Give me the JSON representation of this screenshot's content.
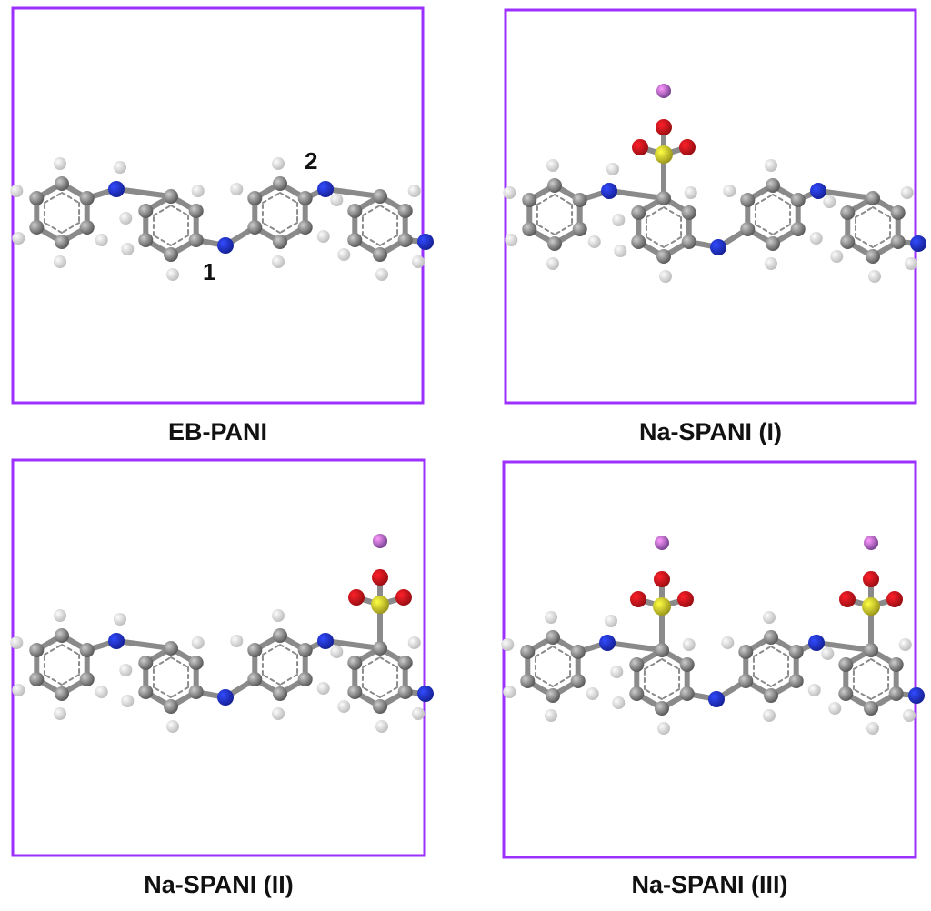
{
  "colors": {
    "frame": "#9b30ff",
    "carbon": "#808080",
    "carbon_bond": "#8a8a8a",
    "hydrogen": "#f0f0f0",
    "nitrogen": "#1f2fe0",
    "oxygen": "#e3141a",
    "sulfur": "#e8e02a",
    "sodium": "#b060d8"
  },
  "panels": [
    {
      "caption": "EB-PANI",
      "labels": [
        "1",
        "2"
      ],
      "sulfonated_rings": [],
      "sodium_ions": 0
    },
    {
      "caption": "Na-SPANI (I)",
      "labels": [],
      "sulfonated_rings": [
        1
      ],
      "sodium_ions": 1
    },
    {
      "caption": "Na-SPANI (II)",
      "labels": [],
      "sulfonated_rings": [
        3
      ],
      "sodium_ions": 1
    },
    {
      "caption": "Na-SPANI (III)",
      "labels": [],
      "sulfonated_rings": [
        1,
        3
      ],
      "sodium_ions": 2
    }
  ]
}
